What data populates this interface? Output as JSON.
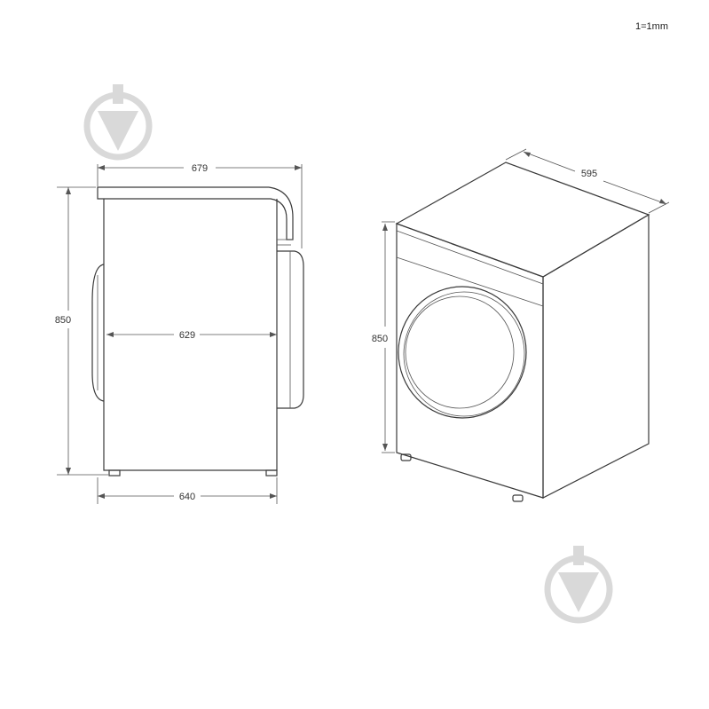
{
  "scale_note": "1=1mm",
  "side_view": {
    "top_depth": "679",
    "height": "850",
    "body_depth": "629",
    "base_depth": "640"
  },
  "iso_view": {
    "width": "595",
    "height": "850"
  },
  "colors": {
    "line": "#3a3a3a",
    "watermark": "#d9d9d9"
  },
  "icons": [
    "watermark-logo-icon"
  ]
}
